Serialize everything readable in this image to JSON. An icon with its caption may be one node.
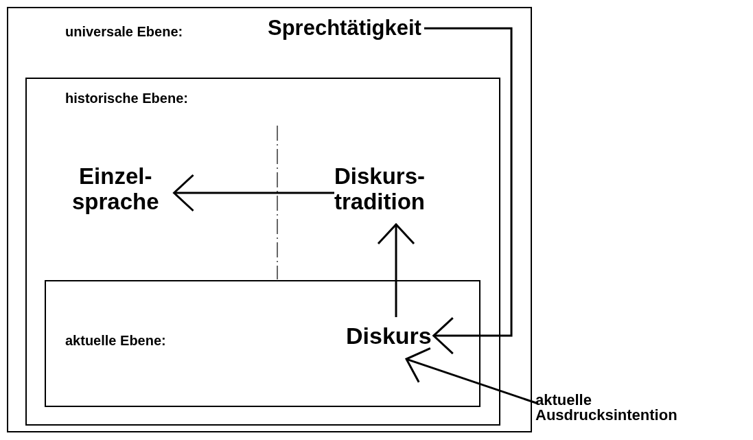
{
  "diagram": {
    "nodes": [
      {
        "text": [
          "universale Ebene:"
        ]
      },
      {
        "text": [
          "Sprechtätigkeit"
        ],
        "in": 0
      },
      {
        "text": [
          "historische Ebene:"
        ],
        "in": 0
      },
      {
        "text": [
          "Einzel- sprache"
        ],
        "in": 2
      },
      {
        "text": [
          "Diskurs- tradition"
        ],
        "in": 2
      },
      {
        "text": [
          "aktuelle Ebene:"
        ],
        "in": 2
      },
      {
        "text": [
          "Diskurs"
        ],
        "in": 5
      },
      {
        "text": [
          "aktuelle Ausdrucksintention"
        ]
      }
    ],
    "edges": [
      {
        "from": 4,
        "to": 3,
        "arrow": "to"
      },
      {
        "from": 6,
        "to": 4,
        "arrow": "to"
      },
      {
        "from": 1,
        "to": 6,
        "arrow": "to"
      },
      {
        "from": 7,
        "to": 6,
        "arrow": "to"
      }
    ]
  }
}
